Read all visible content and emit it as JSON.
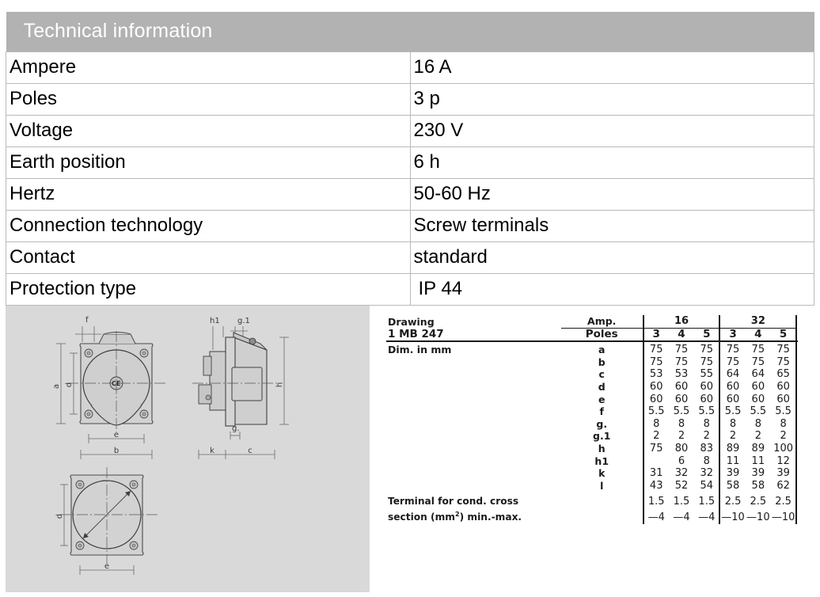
{
  "tech_info": {
    "header": "Technical information",
    "header_bg": "#b2b2b2",
    "header_text_color": "#ffffff",
    "rows": [
      {
        "label": "Ampere",
        "value": "16 A"
      },
      {
        "label": "Poles",
        "value": "3 p"
      },
      {
        "label": "Voltage",
        "value": "230 V"
      },
      {
        "label": "Earth position",
        "value": "6 h"
      },
      {
        "label": "Hertz",
        "value": "50-60 Hz"
      },
      {
        "label": "Connection technology",
        "value": "Screw terminals"
      },
      {
        "label": "Contact",
        "value": "standard"
      },
      {
        "label": "Protection type",
        "value": "IP 44"
      }
    ]
  },
  "drawing": {
    "panel_bg": "#d9d9d9",
    "front_view_labels": [
      "f",
      "a",
      "d",
      "e",
      "b"
    ],
    "side_view_labels": [
      "h1",
      "g.1",
      "h",
      "g.",
      "k",
      "c"
    ],
    "rear_view_labels": [
      "d",
      "e"
    ],
    "marking": "CE"
  },
  "dim_table": {
    "title_line1": "Drawing",
    "title_line2": "1 MB 247",
    "units_label": "Dim. in mm",
    "amp_header": "Amp.",
    "poles_header": "Poles",
    "amp_groups": [
      "16",
      "32"
    ],
    "poles": [
      "3",
      "4",
      "5",
      "3",
      "4",
      "5"
    ],
    "rows": [
      {
        "key": "a",
        "values": [
          "75",
          "75",
          "75",
          "75",
          "75",
          "75"
        ]
      },
      {
        "key": "b",
        "values": [
          "75",
          "75",
          "75",
          "75",
          "75",
          "75"
        ]
      },
      {
        "key": "c",
        "values": [
          "53",
          "53",
          "55",
          "64",
          "64",
          "65"
        ]
      },
      {
        "key": "d",
        "values": [
          "60",
          "60",
          "60",
          "60",
          "60",
          "60"
        ]
      },
      {
        "key": "e",
        "values": [
          "60",
          "60",
          "60",
          "60",
          "60",
          "60"
        ]
      },
      {
        "key": "f",
        "values": [
          "5.5",
          "5.5",
          "5.5",
          "5.5",
          "5.5",
          "5.5"
        ]
      },
      {
        "key": "g.",
        "values": [
          "8",
          "8",
          "8",
          "8",
          "8",
          "8"
        ]
      },
      {
        "key": "g.1",
        "values": [
          "2",
          "2",
          "2",
          "2",
          "2",
          "2"
        ]
      },
      {
        "key": "h",
        "values": [
          "75",
          "80",
          "83",
          "89",
          "89",
          "100"
        ]
      },
      {
        "key": "h1",
        "values": [
          "",
          "6",
          "8",
          "11",
          "11",
          "12"
        ]
      },
      {
        "key": "k",
        "values": [
          "31",
          "32",
          "32",
          "39",
          "39",
          "39"
        ]
      },
      {
        "key": "l",
        "values": [
          "43",
          "52",
          "54",
          "58",
          "58",
          "62"
        ]
      }
    ],
    "terminal_line1_label": "Terminal for cond. cross",
    "terminal_line2_label_pre": "section (mm",
    "terminal_line2_sup": "2",
    "terminal_line2_label_post": ") min.-max.",
    "terminal_min": [
      "1.5",
      "1.5",
      "1.5",
      "2.5",
      "2.5",
      "2.5"
    ],
    "terminal_max": [
      "—4",
      "—4",
      "—4",
      "—10",
      "—10",
      "—10"
    ]
  }
}
